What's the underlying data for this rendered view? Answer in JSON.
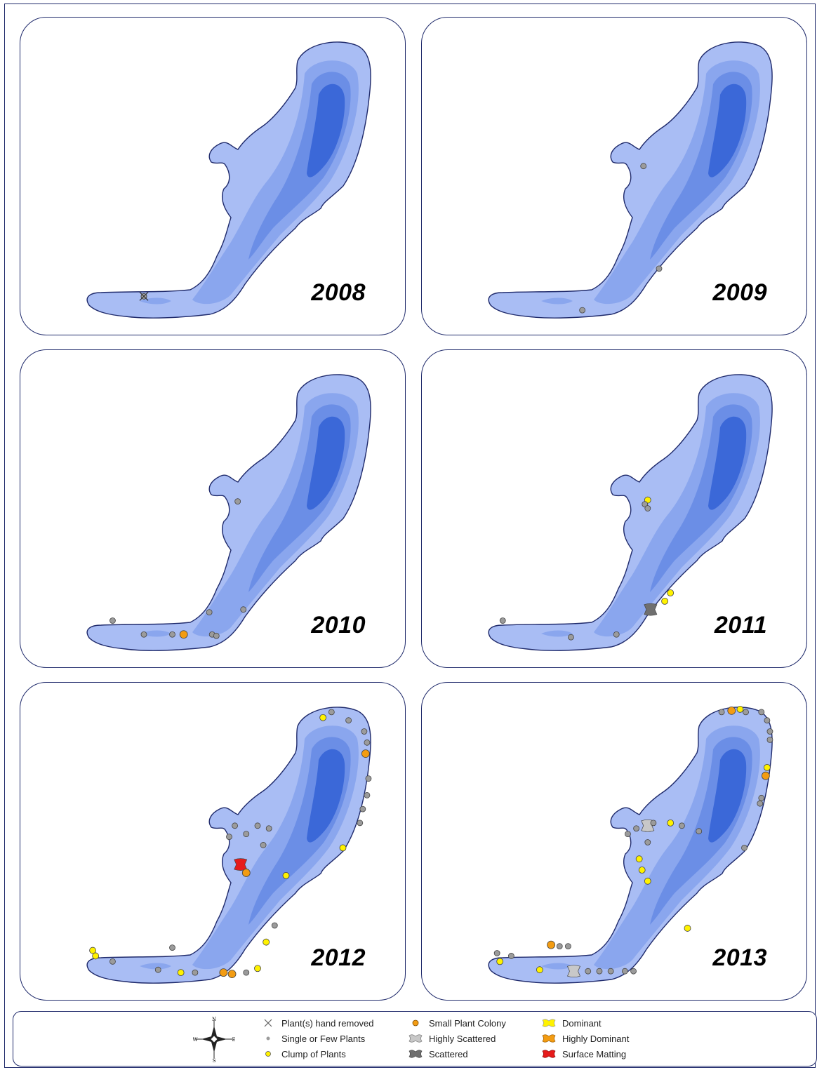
{
  "colors": {
    "frame": "#1f2a6b",
    "shore": "#1f2a6b",
    "water_shallow": "#a9bdf4",
    "water_mid": "#8aa6ee",
    "water_deep": "#6b8ee6",
    "water_deepest": "#3b68d8",
    "single": "#9b9b9b",
    "clump": "#fff200",
    "colony": "#f39c12",
    "scattered": "#6f6f6f",
    "highly_scattered": "#c8c8c8",
    "surface_matting": "#e61b1b"
  },
  "panels": [
    {
      "year": "2008",
      "col": 0,
      "row": 0,
      "points": [
        {
          "t": "removed",
          "x": 0.2,
          "y": 0.93
        }
      ]
    },
    {
      "year": "2009",
      "col": 1,
      "row": 0,
      "points": [
        {
          "t": "single",
          "x": 0.545,
          "y": 0.46
        },
        {
          "t": "single",
          "x": 0.6,
          "y": 0.83
        },
        {
          "t": "single",
          "x": 0.33,
          "y": 0.98
        }
      ]
    },
    {
      "year": "2010",
      "col": 0,
      "row": 1,
      "points": [
        {
          "t": "single",
          "x": 0.53,
          "y": 0.47
        },
        {
          "t": "single",
          "x": 0.43,
          "y": 0.87
        },
        {
          "t": "single",
          "x": 0.09,
          "y": 0.9
        },
        {
          "t": "single",
          "x": 0.2,
          "y": 0.95
        },
        {
          "t": "single",
          "x": 0.3,
          "y": 0.95
        },
        {
          "t": "colony",
          "x": 0.34,
          "y": 0.95
        },
        {
          "t": "single",
          "x": 0.44,
          "y": 0.95
        },
        {
          "t": "single",
          "x": 0.455,
          "y": 0.955
        },
        {
          "t": "single",
          "x": 0.55,
          "y": 0.86
        }
      ]
    },
    {
      "year": "2011",
      "col": 1,
      "row": 1,
      "points": [
        {
          "t": "clump",
          "x": 0.56,
          "y": 0.465
        },
        {
          "t": "single",
          "x": 0.55,
          "y": 0.48
        },
        {
          "t": "single",
          "x": 0.56,
          "y": 0.495
        },
        {
          "t": "clump",
          "x": 0.64,
          "y": 0.8
        },
        {
          "t": "clump",
          "x": 0.62,
          "y": 0.83
        },
        {
          "t": "scattered",
          "x": 0.57,
          "y": 0.86
        },
        {
          "t": "single",
          "x": 0.05,
          "y": 0.9
        },
        {
          "t": "single",
          "x": 0.29,
          "y": 0.96
        },
        {
          "t": "single",
          "x": 0.45,
          "y": 0.95
        }
      ]
    },
    {
      "year": "2012",
      "col": 0,
      "row": 2,
      "points": [
        {
          "t": "single",
          "x": 0.86,
          "y": 0.03
        },
        {
          "t": "single",
          "x": 0.92,
          "y": 0.06
        },
        {
          "t": "clump",
          "x": 0.83,
          "y": 0.05
        },
        {
          "t": "single",
          "x": 0.975,
          "y": 0.1
        },
        {
          "t": "single",
          "x": 0.985,
          "y": 0.14
        },
        {
          "t": "colony",
          "x": 0.98,
          "y": 0.18
        },
        {
          "t": "single",
          "x": 0.99,
          "y": 0.27
        },
        {
          "t": "single",
          "x": 0.985,
          "y": 0.33
        },
        {
          "t": "single",
          "x": 0.97,
          "y": 0.38
        },
        {
          "t": "single",
          "x": 0.96,
          "y": 0.43
        },
        {
          "t": "single",
          "x": 0.52,
          "y": 0.44
        },
        {
          "t": "single",
          "x": 0.6,
          "y": 0.44
        },
        {
          "t": "single",
          "x": 0.64,
          "y": 0.45
        },
        {
          "t": "single",
          "x": 0.56,
          "y": 0.47
        },
        {
          "t": "single",
          "x": 0.5,
          "y": 0.48
        },
        {
          "t": "single",
          "x": 0.62,
          "y": 0.51
        },
        {
          "t": "clump",
          "x": 0.9,
          "y": 0.52
        },
        {
          "t": "surface",
          "x": 0.54,
          "y": 0.58
        },
        {
          "t": "colony",
          "x": 0.56,
          "y": 0.61
        },
        {
          "t": "clump",
          "x": 0.7,
          "y": 0.62
        },
        {
          "t": "single",
          "x": 0.66,
          "y": 0.8
        },
        {
          "t": "clump",
          "x": 0.63,
          "y": 0.86
        },
        {
          "t": "single",
          "x": 0.3,
          "y": 0.88
        },
        {
          "t": "clump",
          "x": 0.02,
          "y": 0.89
        },
        {
          "t": "clump",
          "x": 0.03,
          "y": 0.91
        },
        {
          "t": "single",
          "x": 0.09,
          "y": 0.93
        },
        {
          "t": "single",
          "x": 0.25,
          "y": 0.96
        },
        {
          "t": "clump",
          "x": 0.33,
          "y": 0.97
        },
        {
          "t": "single",
          "x": 0.38,
          "y": 0.97
        },
        {
          "t": "colony",
          "x": 0.48,
          "y": 0.97
        },
        {
          "t": "colony",
          "x": 0.51,
          "y": 0.975
        },
        {
          "t": "clump",
          "x": 0.6,
          "y": 0.955
        },
        {
          "t": "single",
          "x": 0.56,
          "y": 0.97
        }
      ]
    },
    {
      "year": "2013",
      "col": 1,
      "row": 2,
      "points": [
        {
          "t": "single",
          "x": 0.82,
          "y": 0.03
        },
        {
          "t": "colony",
          "x": 0.855,
          "y": 0.025
        },
        {
          "t": "clump",
          "x": 0.885,
          "y": 0.02
        },
        {
          "t": "single",
          "x": 0.905,
          "y": 0.03
        },
        {
          "t": "single",
          "x": 0.96,
          "y": 0.03
        },
        {
          "t": "single",
          "x": 0.98,
          "y": 0.06
        },
        {
          "t": "single",
          "x": 0.99,
          "y": 0.1
        },
        {
          "t": "single",
          "x": 0.99,
          "y": 0.13
        },
        {
          "t": "clump",
          "x": 0.98,
          "y": 0.23
        },
        {
          "t": "colony",
          "x": 0.975,
          "y": 0.26
        },
        {
          "t": "single",
          "x": 0.96,
          "y": 0.34
        },
        {
          "t": "single",
          "x": 0.955,
          "y": 0.36
        },
        {
          "t": "highly",
          "x": 0.56,
          "y": 0.44
        },
        {
          "t": "single",
          "x": 0.58,
          "y": 0.43
        },
        {
          "t": "clump",
          "x": 0.64,
          "y": 0.43
        },
        {
          "t": "single",
          "x": 0.68,
          "y": 0.44
        },
        {
          "t": "single",
          "x": 0.52,
          "y": 0.45
        },
        {
          "t": "single",
          "x": 0.49,
          "y": 0.47
        },
        {
          "t": "single",
          "x": 0.74,
          "y": 0.46
        },
        {
          "t": "single",
          "x": 0.9,
          "y": 0.52
        },
        {
          "t": "single",
          "x": 0.56,
          "y": 0.5
        },
        {
          "t": "clump",
          "x": 0.53,
          "y": 0.56
        },
        {
          "t": "clump",
          "x": 0.54,
          "y": 0.6
        },
        {
          "t": "clump",
          "x": 0.56,
          "y": 0.64
        },
        {
          "t": "clump",
          "x": 0.7,
          "y": 0.81
        },
        {
          "t": "colony",
          "x": 0.22,
          "y": 0.87
        },
        {
          "t": "single",
          "x": 0.25,
          "y": 0.875
        },
        {
          "t": "single",
          "x": 0.28,
          "y": 0.875
        },
        {
          "t": "single",
          "x": 0.03,
          "y": 0.9
        },
        {
          "t": "single",
          "x": 0.08,
          "y": 0.91
        },
        {
          "t": "clump",
          "x": 0.04,
          "y": 0.93
        },
        {
          "t": "clump",
          "x": 0.18,
          "y": 0.96
        },
        {
          "t": "highly",
          "x": 0.3,
          "y": 0.965
        },
        {
          "t": "single",
          "x": 0.35,
          "y": 0.965
        },
        {
          "t": "single",
          "x": 0.39,
          "y": 0.965
        },
        {
          "t": "single",
          "x": 0.43,
          "y": 0.965
        },
        {
          "t": "single",
          "x": 0.48,
          "y": 0.965
        },
        {
          "t": "single",
          "x": 0.51,
          "y": 0.965
        }
      ]
    }
  ],
  "legend": {
    "compass": {
      "n": "N",
      "s": "S",
      "e": "E",
      "w": "W"
    },
    "items": [
      {
        "key": "removed",
        "label": "Plant(s) hand removed"
      },
      {
        "key": "single",
        "label": "Single or Few Plants"
      },
      {
        "key": "clump",
        "label": "Clump of Plants"
      },
      {
        "key": "colony",
        "label": "Small Plant Colony"
      },
      {
        "key": "highly",
        "label": "Highly Scattered"
      },
      {
        "key": "scattered",
        "label": "Scattered"
      },
      {
        "key": "dominant",
        "label": "Dominant"
      },
      {
        "key": "highlydom",
        "label": "Highly Dominant"
      },
      {
        "key": "surface",
        "label": "Surface Matting"
      }
    ]
  }
}
